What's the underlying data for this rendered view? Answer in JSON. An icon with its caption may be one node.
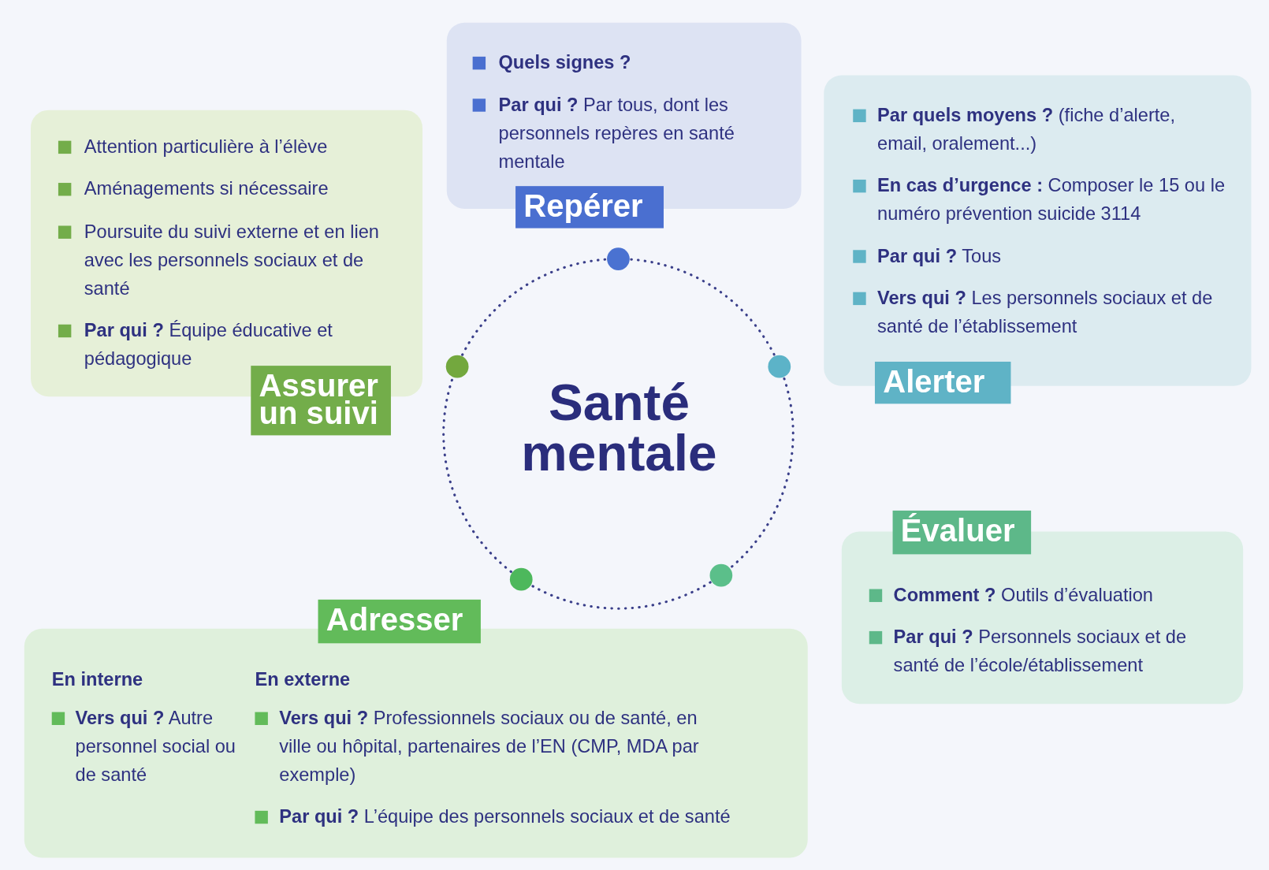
{
  "diagram": {
    "nodes": [
      {
        "text": [
          "Quels signes ?",
          "**Par qui ?** Par tous, dont les personnels repères en santé mentale",
          "Repérer"
        ]
      },
      {
        "text": [
          "Attention particulière à l’élève",
          "Aménagements si nécessaire",
          "Poursuite du suivi externe et en lien avec les personnels sociaux et de santé",
          "**Par qui ?** Équipe éducative et pédagogique",
          "Assurer un suivi"
        ]
      },
      {
        "text": [
          "**Par quels moyens ?** (fiche d’alerte, email, oralement...)",
          "**En cas d’urgence :** Composer le 15 ou le numéro prévention suicide 3114",
          "**Par qui ?** Tous",
          "**Vers qui ?** Les personnels sociaux et de santé de l’établissement",
          "Alerter"
        ]
      },
      {
        "text": [
          "Santé mentale"
        ]
      },
      {
        "text": [],
        "shape": "circle"
      },
      {
        "text": [],
        "shape": "circle"
      },
      {
        "text": [],
        "shape": "circle"
      },
      {
        "text": [],
        "shape": "circle"
      },
      {
        "text": [],
        "shape": "circle"
      },
      {
        "text": [
          "Évaluer",
          "**Comment ?** Outils d’évaluation",
          "**Par qui ?** Personnels sociaux et de santé de l’école/établissement"
        ]
      },
      {
        "text": [
          "Adresser",
          "En interne",
          "**Vers qui ?** Autre personnel social ou de santé",
          "En externe",
          "**Vers qui ?** Professionnels sociaux ou de santé, en ville ou hôpital, partenaires de l’EN (CMP, MDA par exemple)",
          "**Par qui ?** L’équipe des personnels sociaux et de santé"
        ]
      }
    ],
    "edges": [
      {
        "from": 4,
        "to": 6,
        "arrow": "none",
        "style": "dashed"
      },
      {
        "from": 6,
        "to": 7,
        "arrow": "none",
        "style": "dashed"
      },
      {
        "from": 7,
        "to": 8,
        "arrow": "none",
        "style": "dashed"
      },
      {
        "from": 8,
        "to": 5,
        "arrow": "none",
        "style": "dashed"
      },
      {
        "from": 5,
        "to": 4,
        "arrow": "none",
        "style": "dashed"
      }
    ]
  }
}
